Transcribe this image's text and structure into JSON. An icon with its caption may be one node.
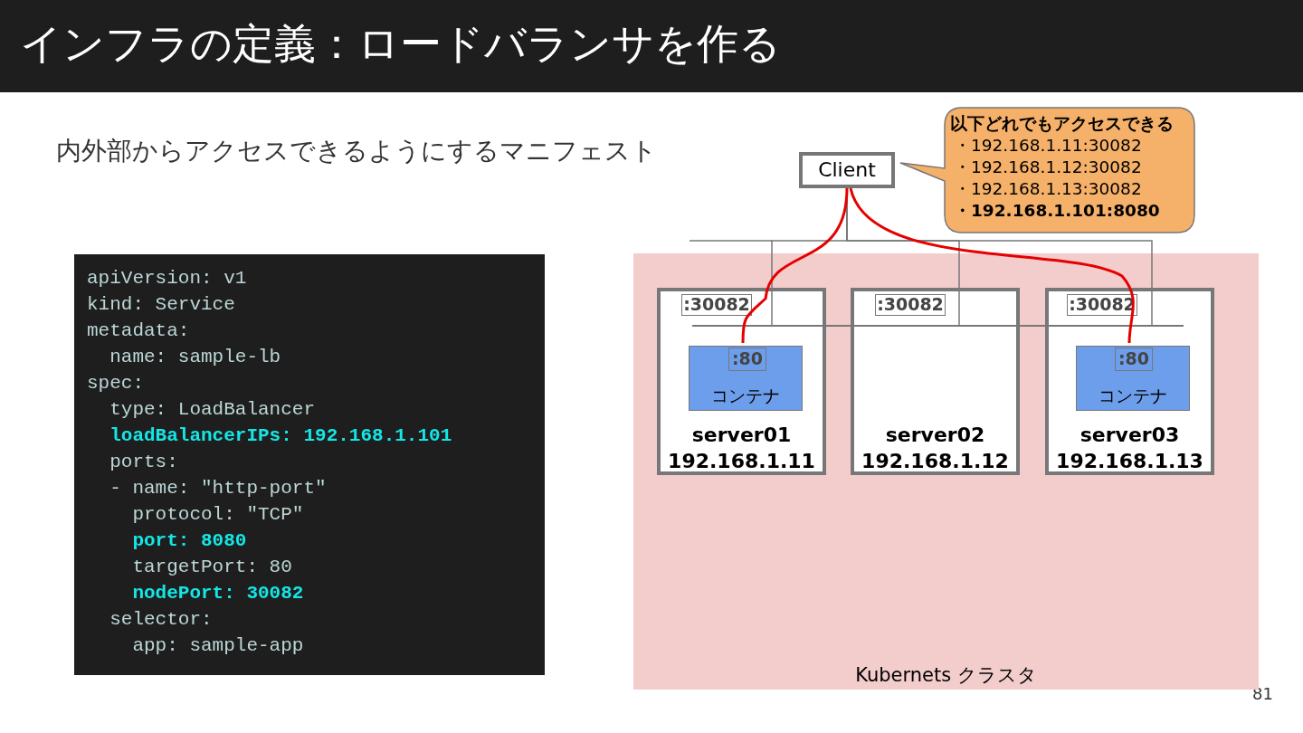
{
  "diagram": {
    "title": "インフラの定義：ロードバランサを作る",
    "nodes": [
      {
        "text": [
          "Client"
        ]
      },
      {
        "text": [
          "以下どれでもアクセスできる",
          "・192.168.1.11:30082",
          "・192.168.1.12:30082",
          "・192.168.1.13:30082",
          "・192.168.1.101:8080"
        ]
      },
      {
        "text": [
          "Kubernets クラスタ"
        ]
      },
      {
        "text": [
          "server01",
          "192.168.1.11"
        ],
        "in": 2
      },
      {
        "text": [
          ":30082"
        ],
        "in": 3
      },
      {
        "text": [
          "コンテナ"
        ],
        "in": 3
      },
      {
        "text": [
          ":80"
        ],
        "in": 5
      },
      {
        "text": [
          "server02",
          "192.168.1.12"
        ],
        "in": 2
      },
      {
        "text": [
          ":30082"
        ],
        "in": 7
      },
      {
        "text": [
          "server03",
          "192.168.1.13"
        ],
        "in": 2
      },
      {
        "text": [
          ":30082"
        ],
        "in": 9
      },
      {
        "text": [
          "コンテナ"
        ],
        "in": 9
      },
      {
        "text": [
          ":80"
        ],
        "in": 11
      },
      {
        "text": [],
        "shape": "bar",
        "in": 2
      }
    ],
    "edges": [
      {
        "from": 0,
        "to": 3,
        "arrow": "none"
      },
      {
        "from": 0,
        "to": 7,
        "arrow": "none"
      },
      {
        "from": 0,
        "to": 9,
        "arrow": "none"
      },
      {
        "from": 0,
        "to": 6,
        "arrow": "none",
        "color": "#e60000"
      },
      {
        "from": 0,
        "to": 12,
        "arrow": "none",
        "color": "#e60000"
      },
      {
        "from": 3,
        "to": 13,
        "arrow": "none"
      },
      {
        "from": 7,
        "to": 13,
        "arrow": "none"
      },
      {
        "from": 9,
        "to": 13,
        "arrow": "none"
      }
    ],
    "labels": [
      "内外部からアクセスできるようにするマニフェスト",
      "apiVersion: v1",
      "kind: Service",
      "metadata:",
      "name: sample-lb",
      "spec:",
      "type: LoadBalancer",
      "loadBalancerIPs: 192.168.1.101",
      "ports:",
      "- name: \"http-port\"",
      "protocol: \"TCP\"",
      "port: 8080",
      "targetPort: 80",
      "nodePort: 30082",
      "selector:",
      "app: sample-app",
      "81"
    ]
  }
}
